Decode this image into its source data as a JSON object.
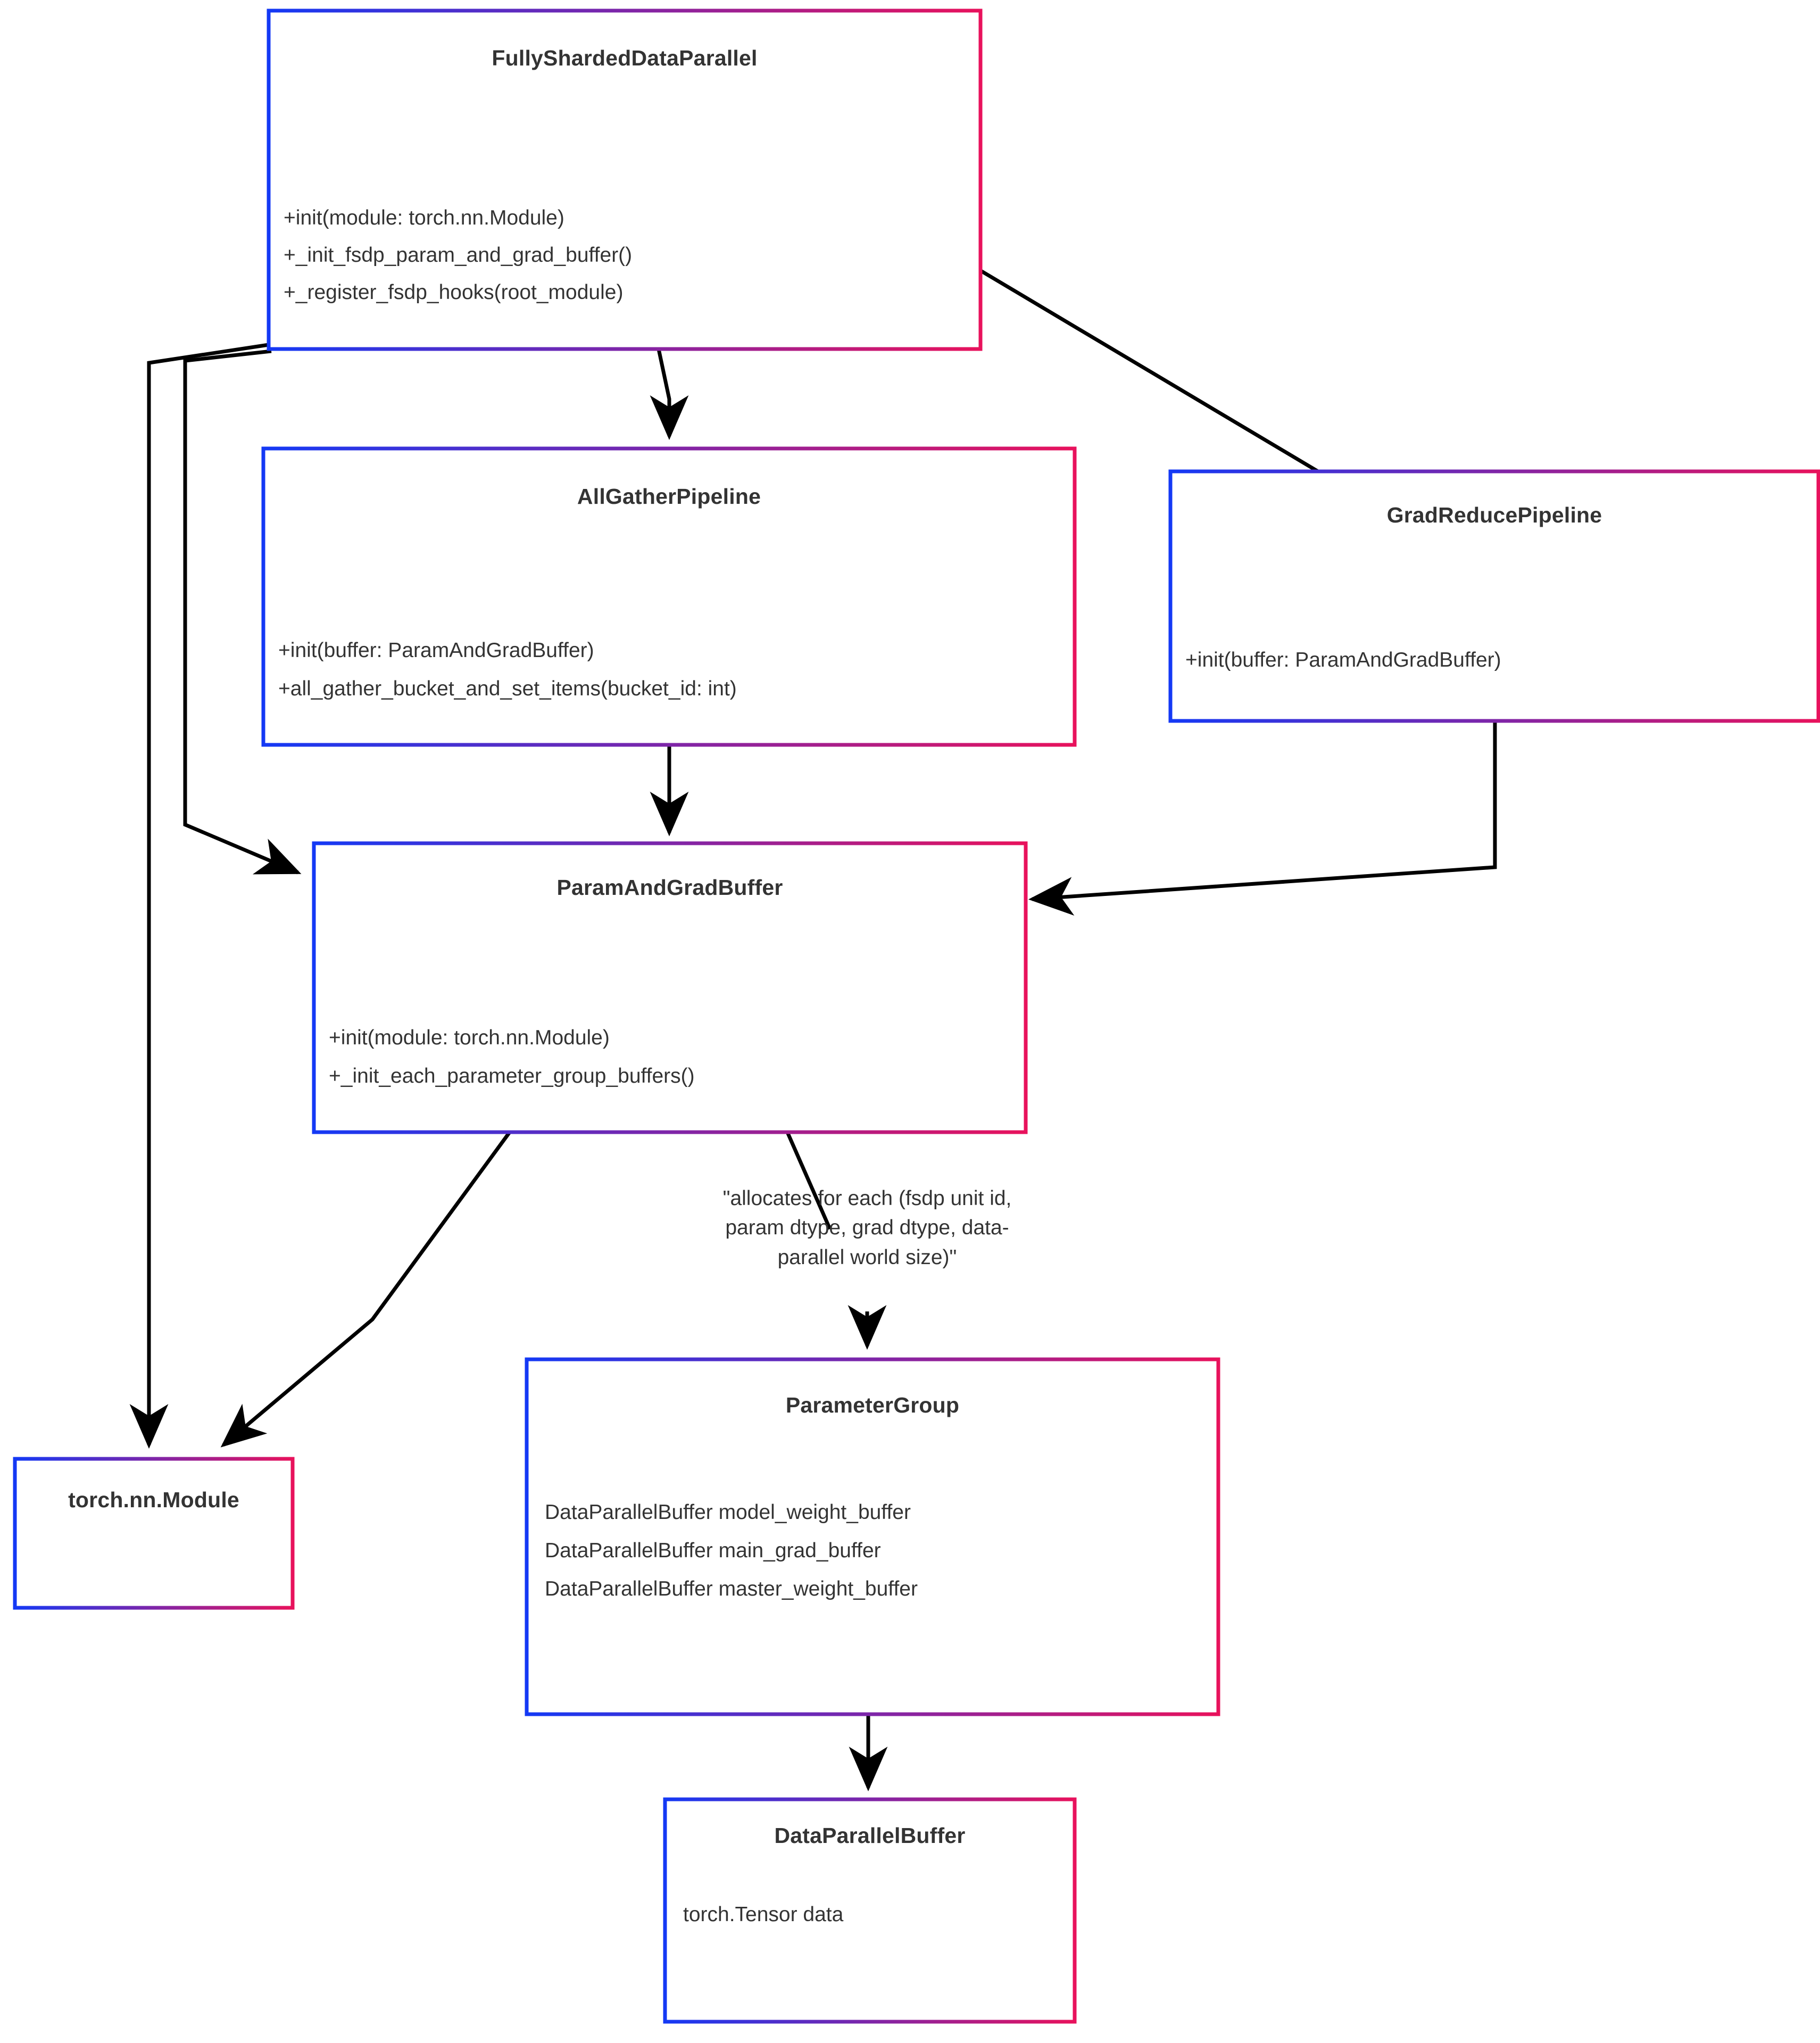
{
  "diagram": {
    "type": "uml-class-diagram",
    "title": "FSDP class structure",
    "background": "#ffffff",
    "border_gradient_start": "#1439f5",
    "border_gradient_end": "#e8125c",
    "text_color": "#333333",
    "edge_color": "#000000"
  },
  "classes": [
    {
      "id": "fsdp",
      "name": "FullyShardedDataParallel",
      "attributes": [],
      "methods": [
        "+init(module: torch.nn.Module)",
        "+_init_fsdp_param_and_grad_buffer()",
        "+_register_fsdp_hooks(root_module)"
      ]
    },
    {
      "id": "allgather",
      "name": "AllGatherPipeline",
      "attributes": [],
      "methods": [
        "+init(buffer: ParamAndGradBuffer)",
        "+all_gather_bucket_and_set_items(bucket_id: int)"
      ]
    },
    {
      "id": "gradreduce",
      "name": "GradReducePipeline",
      "attributes": [],
      "methods": [
        "+init(buffer: ParamAndGradBuffer)"
      ]
    },
    {
      "id": "paramandgradbuffer",
      "name": "ParamAndGradBuffer",
      "attributes": [],
      "methods": [
        "+init(module: torch.nn.Module)",
        "+_init_each_parameter_group_buffers()"
      ]
    },
    {
      "id": "torchnnmodule",
      "name": "torch.nn.Module",
      "attributes": [],
      "methods": []
    },
    {
      "id": "parametergroup",
      "name": "ParameterGroup",
      "attributes": [
        "DataParallelBuffer model_weight_buffer",
        "DataParallelBuffer main_grad_buffer",
        "DataParallelBuffer master_weight_buffer"
      ],
      "methods": []
    },
    {
      "id": "dataparallelbuffer",
      "name": "DataParallelBuffer",
      "attributes": [
        "torch.Tensor data"
      ],
      "methods": []
    }
  ],
  "notes": [
    {
      "id": "allocates-note",
      "text": "\"allocates for each (fsdp unit id,\nparam dtype, grad dtype, data-\nparallel world size)\"",
      "attached_to": "paramandgradbuffer",
      "points_to": "parametergroup"
    }
  ],
  "relationships": [
    {
      "from": "fsdp",
      "to": "allgather",
      "kind": "association"
    },
    {
      "from": "fsdp",
      "to": "gradreduce",
      "kind": "association"
    },
    {
      "from": "fsdp",
      "to": "paramandgradbuffer",
      "kind": "association"
    },
    {
      "from": "fsdp",
      "to": "torchnnmodule",
      "kind": "association"
    },
    {
      "from": "allgather",
      "to": "paramandgradbuffer",
      "kind": "association"
    },
    {
      "from": "gradreduce",
      "to": "paramandgradbuffer",
      "kind": "association"
    },
    {
      "from": "paramandgradbuffer",
      "to": "torchnnmodule",
      "kind": "association"
    },
    {
      "from": "paramandgradbuffer",
      "to": "parametergroup",
      "kind": "association"
    },
    {
      "from": "parametergroup",
      "to": "dataparallelbuffer",
      "kind": "association"
    }
  ]
}
